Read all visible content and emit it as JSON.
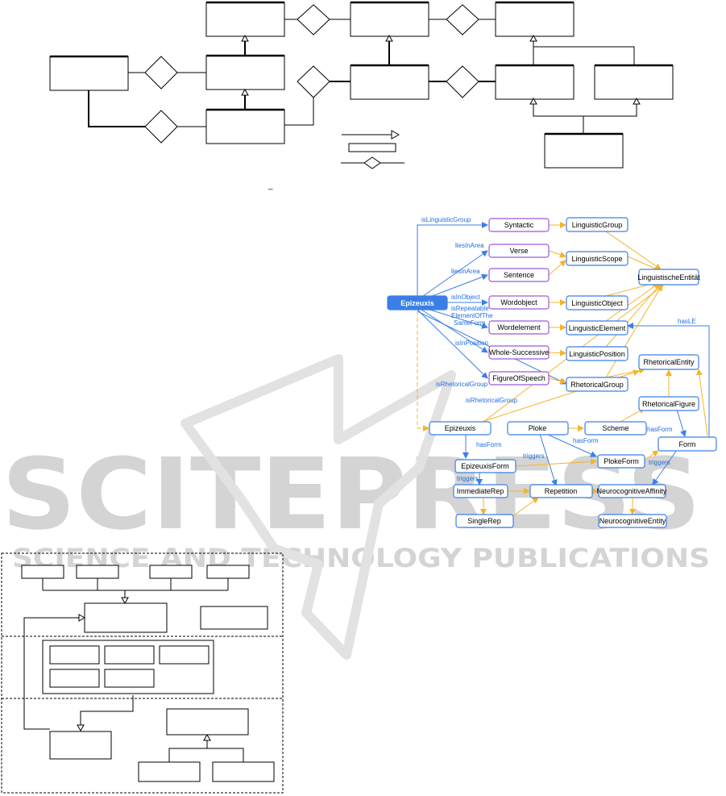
{
  "colors": {
    "blue": "#3b7fe6",
    "purple": "#9b59d6",
    "orange": "#f5b42a",
    "root_fill": "#3b7fe6",
    "watermark": "#d8d8d8",
    "black": "#000000"
  },
  "top_fragment": {
    "stray_mark": "_"
  },
  "ontology": {
    "root": "Epizeuxis",
    "nodes": {
      "syntactic": "Syntactic",
      "verse": "Verse",
      "sentence": "Sentence",
      "wordobject": "Wordobject",
      "wordelement": "Wordelement",
      "whole_successive": "Whole-Successive",
      "figure_of_speech": "FigureOfSpeech",
      "linguistic_group": "LinguisticGroup",
      "linguistic_scope": "LinguisticScope",
      "linguistic_object": "LinguisticObject",
      "linguistic_element": "LinguisticElement",
      "linguistic_position": "LinguisticPosition",
      "rhetorical_group": "RhetoricalGroup",
      "linguistische_entitat": "LinguistischeEntität",
      "rhetorical_entity": "RhetoricalEntity",
      "rhetorical_figure": "RhetoricalFigure",
      "epizeuxis_class": "Epizeuxis",
      "ploke": "Ploke",
      "scheme": "Scheme",
      "form": "Form",
      "epizeuxis_form": "EpizeuxisForm",
      "ploke_form": "PlokeForm",
      "immediate_rep": "ImmediateRep",
      "repetition": "Repetition",
      "neurocognitive_affinity": "NeurocognitiveAffinity",
      "single_rep": "SingleRep",
      "neurocognitive_entity": "NeurocognitiveEntity"
    },
    "edges": {
      "is_linguistic_group": "isLinguisticGroup",
      "lies_in_area_1": "liesInArea",
      "lies_in_area_2": "liesInArea",
      "is_in_object": "isInObject",
      "is_repeatable_1": "isRepeatable",
      "is_repeatable_2": "ElementOfThe",
      "is_repeatable_3": "SameForm",
      "is_in_position": "isInPosition",
      "is_rhetorical_group_1": "isRhetoricalGroup",
      "is_rhetorical_group_2": "isRhetoricalGroup",
      "has_le": "hasLE",
      "has_form_1": "hasForm",
      "has_form_2": "hasForm",
      "has_form_3": "hasForm",
      "triggers_1": "triggers",
      "triggers_2": "triggers",
      "triggers_3": "triggers"
    }
  },
  "watermark": {
    "title": "SCITEPRESS",
    "subtitle": "SCIENCE AND TECHNOLOGY PUBLICATIONS"
  }
}
